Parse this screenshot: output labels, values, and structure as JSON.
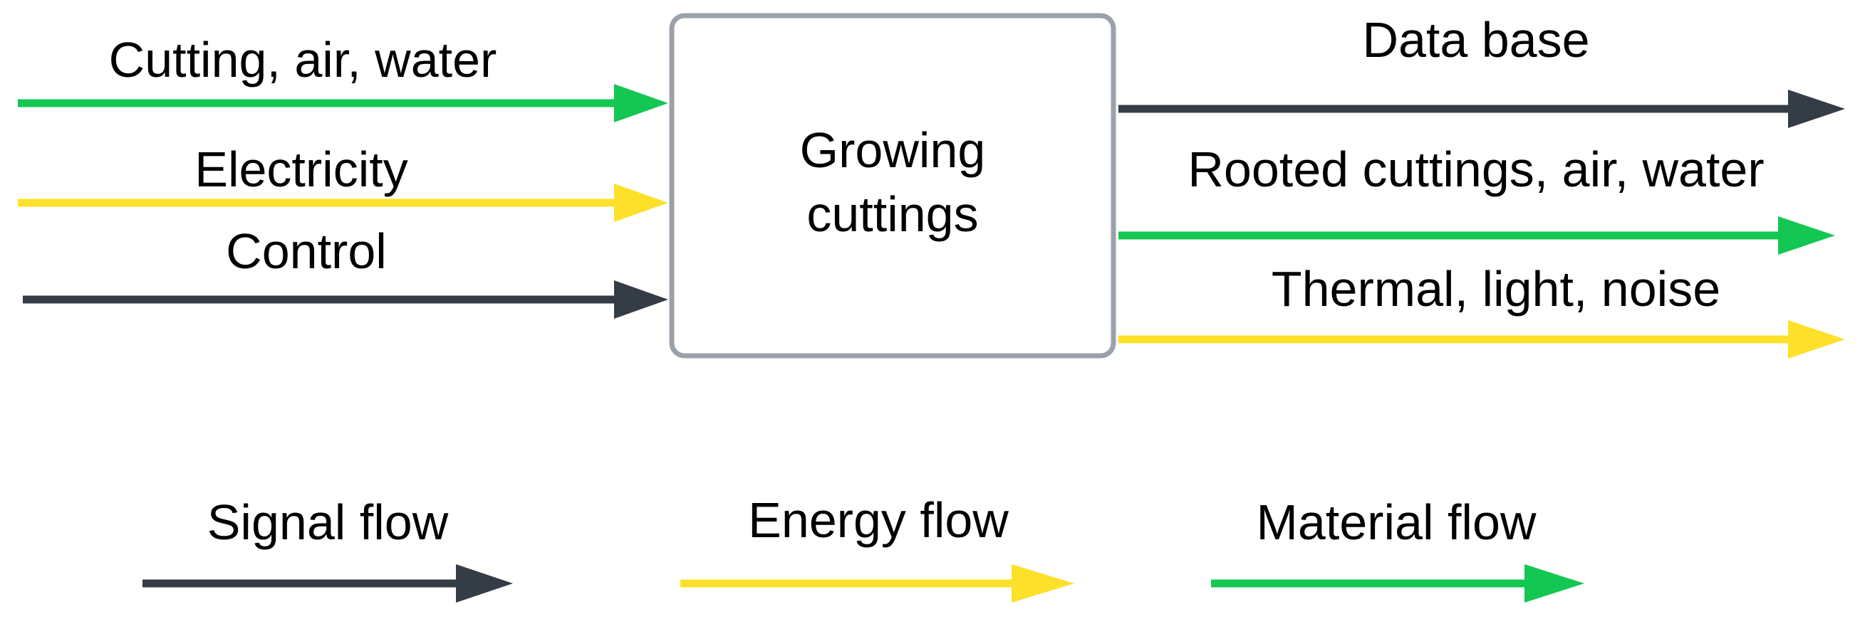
{
  "process": {
    "label_line1": "Growing",
    "label_line2": "cuttings",
    "border_color": "#9aa1a9"
  },
  "inputs": [
    {
      "label": "Cutting, air, water",
      "flow": "material"
    },
    {
      "label": "Electricity",
      "flow": "energy"
    },
    {
      "label": "Control",
      "flow": "signal"
    }
  ],
  "outputs": [
    {
      "label": "Data base",
      "flow": "signal"
    },
    {
      "label": "Rooted cuttings, air, water",
      "flow": "material"
    },
    {
      "label": "Thermal, light, noise",
      "flow": "energy"
    }
  ],
  "legend": [
    {
      "label": "Signal flow",
      "flow": "signal"
    },
    {
      "label": "Energy flow",
      "flow": "energy"
    },
    {
      "label": "Material flow",
      "flow": "material"
    }
  ],
  "colors": {
    "signal": "#343c46",
    "energy": "#fde02a",
    "material": "#13c752"
  }
}
